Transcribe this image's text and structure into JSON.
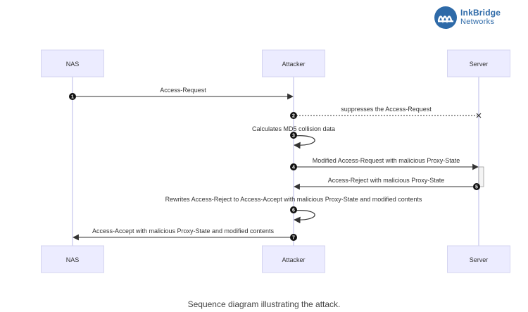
{
  "logo": {
    "line1": "InkBridge",
    "line2": "Networks",
    "color": "#2e6aa8"
  },
  "participants": [
    {
      "id": "nas",
      "label": "NAS"
    },
    {
      "id": "attacker",
      "label": "Attacker"
    },
    {
      "id": "server",
      "label": "Server"
    }
  ],
  "messages": [
    {
      "num": "1",
      "from": "nas",
      "to": "attacker",
      "label": "Access-Request",
      "style": "solid"
    },
    {
      "num": "2",
      "from": "attacker",
      "to": "server",
      "label": "suppresses the Access-Request",
      "style": "dotted-cross"
    },
    {
      "num": "3",
      "from": "attacker",
      "to": "attacker",
      "label": "Calculates MD5 collision data",
      "style": "self"
    },
    {
      "num": "4",
      "from": "attacker",
      "to": "server",
      "label": "Modified Access-Request with malicious Proxy-State",
      "style": "solid"
    },
    {
      "num": "5",
      "from": "server",
      "to": "attacker",
      "label": "Access-Reject with malicious Proxy-State",
      "style": "solid"
    },
    {
      "num": "6",
      "from": "attacker",
      "to": "attacker",
      "label": "Rewrites Access-Reject to Access-Accept with malicious Proxy-State and modified contents",
      "style": "self"
    },
    {
      "num": "7",
      "from": "attacker",
      "to": "nas",
      "label": "Access-Accept with malicious Proxy-State and modified contents",
      "style": "solid"
    }
  ],
  "caption": "Sequence diagram illustrating the attack.",
  "colors": {
    "box_fill": "#ececff",
    "box_stroke": "#d4d4f0",
    "lifeline": "#c9c9ee",
    "arrow": "#333333"
  }
}
